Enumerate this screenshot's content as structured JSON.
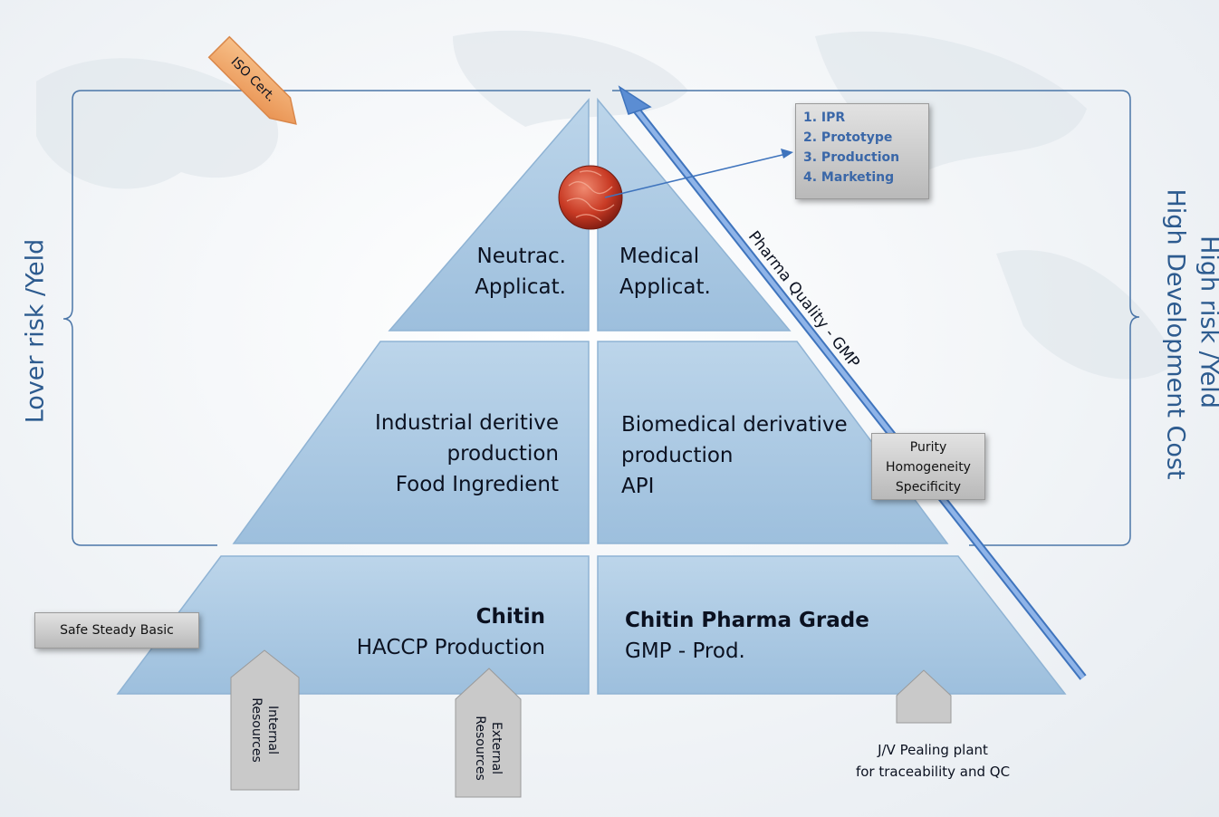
{
  "pyramid": {
    "top_left": [
      "Neutrac.",
      "Applicat."
    ],
    "top_right": [
      "Medical",
      "Applicat."
    ],
    "mid_left": [
      "Industrial deritive",
      "production",
      "Food Ingredient"
    ],
    "mid_right": [
      "Biomedical derivative",
      "production",
      "API"
    ],
    "base_left_title": "Chitin",
    "base_left_sub": "HACCP Production",
    "base_right_title": "Chitin Pharma Grade",
    "base_right_sub": "GMP - Prod."
  },
  "side_labels": {
    "left": "Lover risk /Yeld",
    "right_line1": "High risk /Yeld",
    "right_line2": "High Development Cost"
  },
  "iso_tag": "ISO Cert.",
  "steps": [
    "1. IPR",
    "2. Prototype",
    "3. Production",
    "4. Marketing"
  ],
  "gmp_arrow_label": "Pharma Quality - GMP",
  "quality_box": [
    "Purity",
    "Homogeneity",
    "Specificity"
  ],
  "safe_box": "Safe Steady Basic",
  "internal_resources": [
    "Internal",
    "Resources"
  ],
  "external_resources": [
    "External",
    "Resources"
  ],
  "jv_text": [
    "J/V Pealing plant",
    "for traceability and QC"
  ],
  "colors": {
    "pyramid": "#a9c6e1",
    "pyramid_edge": "#7aa4c9",
    "label_blue": "#2d5b8f",
    "arrow_blue": "#5b8dd3",
    "iso_orange": "#f0a96a"
  }
}
